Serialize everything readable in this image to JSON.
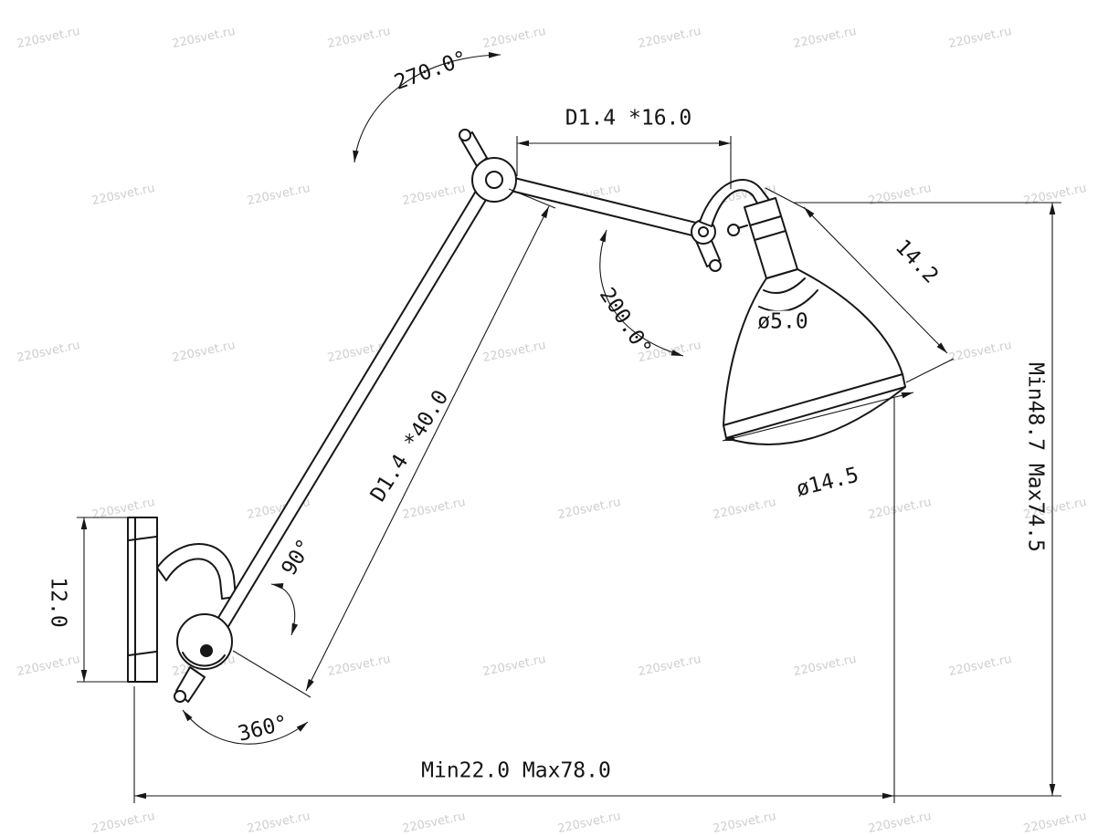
{
  "watermark": {
    "text": "220svet.ru"
  },
  "dimensions": {
    "rotation_top": "270.0°",
    "upper_arm_length": "D1.4 *16.0",
    "head_depth": "14.2",
    "socket_diameter": "ø5.0",
    "rotation_head": "200.0°",
    "lower_arm_length": "D1.4 *40.0",
    "shade_diameter": "ø14.5",
    "elbow_angle": "90°",
    "wall_plate_height": "12.0",
    "rotation_base": "360°",
    "horizontal_range": "Min22.0 Max78.0",
    "vertical_range": "Min48.7 Max74.5"
  }
}
